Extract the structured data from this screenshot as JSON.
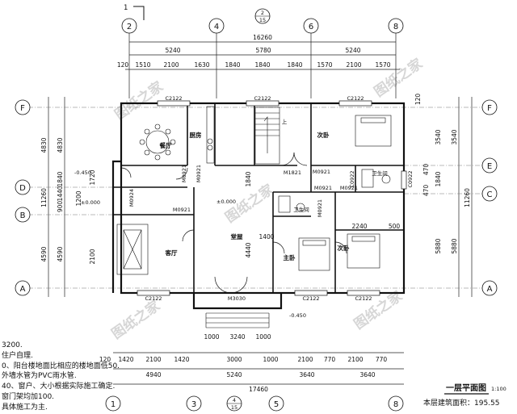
{
  "axes": {
    "top": [
      "2",
      "4",
      "6",
      "8"
    ],
    "top_sub": {
      "label": "2",
      "sub": "15"
    },
    "bottom": [
      "1",
      "3",
      "5",
      "8"
    ],
    "bottom_sub": {
      "label": "4",
      "sub": "15"
    },
    "left": [
      "F",
      "D",
      "B",
      "A"
    ],
    "right": [
      "F",
      "E",
      "C",
      "A"
    ]
  },
  "section_mark": "1",
  "dims": {
    "top_total": "16260",
    "top_mid": [
      "5240",
      "5780",
      "5240"
    ],
    "top_fine": [
      "1510",
      "2100",
      "1630",
      "1840",
      "1840",
      "1840",
      "1570",
      "2100",
      "1570"
    ],
    "top_edge": "120",
    "bottom_fine": [
      "1420",
      "2100",
      "1420",
      "3000",
      "1000",
      "2100",
      "770",
      "2100",
      "770"
    ],
    "bottom_mid": [
      "4940",
      "5240",
      "3640",
      "3640"
    ],
    "bottom_total": "17460",
    "bottom_edge": "120",
    "entry": [
      "1000",
      "3240",
      "1000"
    ],
    "left_outer": [
      "4830",
      "11260",
      "4590"
    ],
    "left_inner": [
      "4830",
      "1840",
      "1440",
      "900",
      "1200",
      "4590"
    ],
    "left_fine": [
      "1720",
      "2100"
    ],
    "right_outer": [
      "3540",
      "11260",
      "5880"
    ],
    "right_inner": [
      "3540",
      "1840",
      "470",
      "470",
      "5880"
    ],
    "right_edge": "120",
    "mid_vertical": [
      "1840",
      "4440"
    ],
    "room_dims": [
      "1400",
      "2240",
      "500"
    ]
  },
  "rooms": {
    "dining": "餐厅",
    "kitchen": "厨房",
    "bedroom": "次卧",
    "bedroom2": "次卧",
    "living": "客厅",
    "hall": "堂屋",
    "master": "主卧",
    "bath1": "卫生间",
    "bath2": "卫生间",
    "stair_up": "上"
  },
  "windows": [
    "C2122",
    "C2122",
    "C2122",
    "C2122",
    "C2122",
    "C2122",
    "C0922",
    "C0922"
  ],
  "doors": [
    "M0921",
    "M0921",
    "M0921",
    "M0921",
    "M0921",
    "M0921",
    "M0924",
    "M1821",
    "M3030",
    "M0921"
  ],
  "levels": {
    "main": "±0.000",
    "dining_step": "-0.450",
    "entry_step": "-0.450",
    "side": "±0.000"
  },
  "notes": [
    "3200.",
    "住户自理.",
    "0、阳台楼地面比相应的楼地面低50.",
    "外墙水管为PVC雨水管.",
    "40、窗户、大小根据实际施工确定.",
    "窗门架均加100.",
    "具体施工为主."
  ],
  "drawing_title": "一层平面图",
  "scale": "1:100",
  "area": "本层建筑面积：195.55",
  "watermark": "图纸之家"
}
